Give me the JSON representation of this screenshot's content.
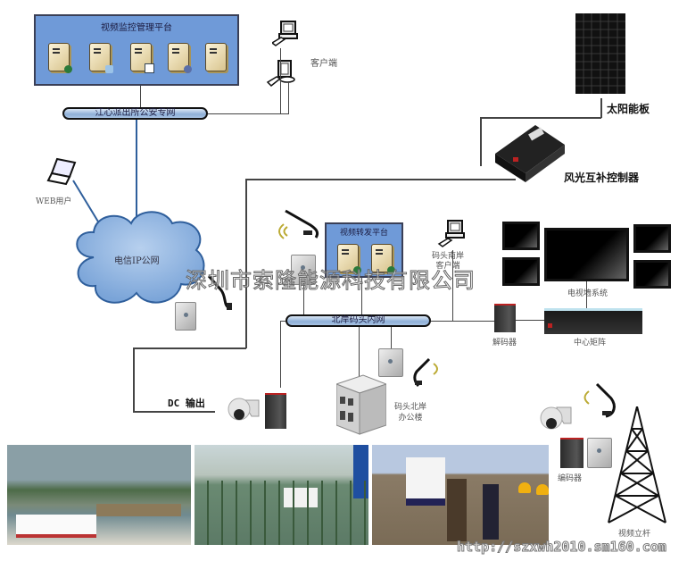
{
  "diagram": {
    "mgmt_platform": {
      "title": "视频监控管理平台",
      "servers": [
        {
          "badge": "globe-icon",
          "color": "#2a7a3a"
        },
        {
          "badge": "database-icon",
          "color": "#9bc3e8"
        },
        {
          "badge": "document-icon",
          "color": "#ffffff"
        },
        {
          "badge": "user-icon",
          "color": "#5a6fa8"
        },
        {
          "badge": "none",
          "color": ""
        }
      ]
    },
    "police_network": "江心派出所公安专网",
    "client": "客户端",
    "web_user": "WEB用户",
    "telecom_cloud": "电信IP公网",
    "solar_panel": "太阳能板",
    "controller": "风光互补控制器",
    "forward_platform": {
      "title": "视频转发平台"
    },
    "dock_client": "码头南岸\n客户端",
    "dock_client_lines": [
      "码头南岸",
      "客户端"
    ],
    "dock_network": "北岸码头内网",
    "video_wall": "电视墙系统",
    "decoder": "解码器",
    "matrix": "中心矩阵",
    "dc_output": "DC 输出",
    "office_lines": [
      "码头北岸",
      "办公楼"
    ],
    "encoder": "编码器",
    "video_pole": "视频立杆"
  },
  "watermark": {
    "company": "深圳市索隆能源科技有限公司",
    "url": "http://szxwh2010.sm160.com"
  },
  "photos": [
    {
      "subject": "boats at dock",
      "sky": "#8a9fa6",
      "water": "#6f8a90"
    },
    {
      "subject": "dock railing with signs",
      "sky": "#c9d6d8",
      "water": "#5c7a66"
    },
    {
      "subject": "workers pulling rope at ferry",
      "sky": "#b8c8e0",
      "water": "#8a7b66"
    }
  ]
}
